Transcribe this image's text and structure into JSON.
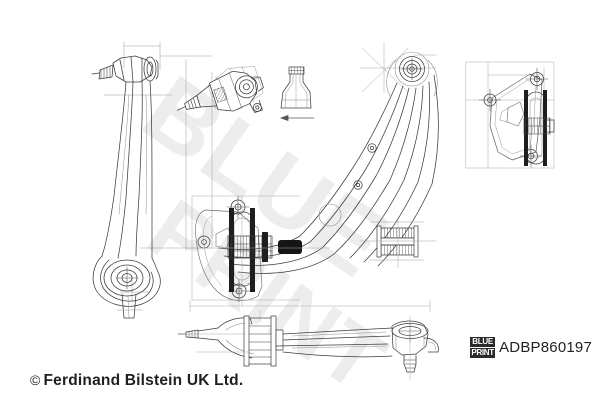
{
  "document": {
    "type": "technical-parts-drawing",
    "background_color": "#ffffff",
    "line_color": "#3a3a3a",
    "watermark_color": "#ededed"
  },
  "watermark": {
    "line1": "BLUE",
    "line2": "PRINT"
  },
  "footer": {
    "copyright_symbol": "©",
    "copyright_text": "Ferdinand Bilstein UK Ltd."
  },
  "part": {
    "number": "ADBP860197",
    "brand_line1": "BLUE",
    "brand_line2": "PRINT"
  },
  "views": [
    {
      "id": "left-elevation",
      "name": "control-arm-side-elevation",
      "description": "Vertical side elevation of front lower control arm with ball joint at top and bush eye at bottom"
    },
    {
      "id": "detail-bushing-rotated",
      "name": "ball-joint-detail-rotated",
      "description": "Rotated enlarged detail of ball joint / bush assembly"
    },
    {
      "id": "detail-boot-profile",
      "name": "bush-sleeve-profile-detail",
      "description": "Sectioned bush sleeve profile with direction arrow"
    },
    {
      "id": "main-plan",
      "name": "control-arm-plan-view",
      "description": "Main plan view of control arm showing ball joint, bracket and rear bush"
    },
    {
      "id": "bracket-detail",
      "name": "mounting-bracket-detail",
      "description": "Mounting bracket plate with three bolt holes and bush"
    },
    {
      "id": "bottom-elevation",
      "name": "control-arm-bottom-elevation",
      "description": "Horizontal elevation of control arm with ball joint at right end"
    }
  ]
}
